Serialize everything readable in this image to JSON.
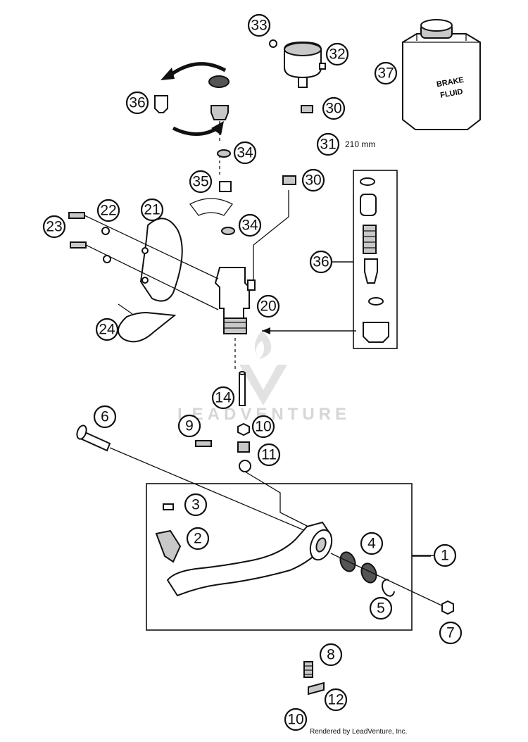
{
  "diagram": {
    "callouts": [
      "1",
      "2",
      "3",
      "4",
      "5",
      "6",
      "7",
      "8",
      "9",
      "10",
      "11",
      "12",
      "14",
      "20",
      "21",
      "22",
      "23",
      "24",
      "30",
      "31",
      "32",
      "33",
      "34",
      "35",
      "36",
      "37"
    ],
    "hose_length": "210 mm",
    "fluid_can_label_line1": "BRAKE",
    "fluid_can_label_line2": "FLUID",
    "watermark": "LEADVENTURE",
    "credit": "Rendered by LeadVenture, Inc."
  }
}
